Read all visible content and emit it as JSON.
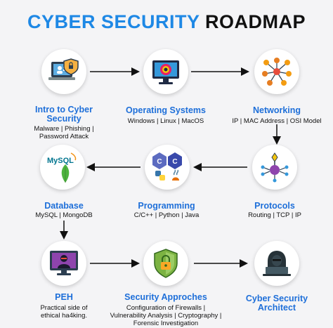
{
  "title": {
    "part1": "CYBER SECURITY",
    "part2": "ROADMAP"
  },
  "nodes": {
    "intro": {
      "label_line1": "Intro to Cyber",
      "label_line2": "Security",
      "desc_line1": "Malware | Phishing |",
      "desc_line2": "Password Attack",
      "icon": "laptop-shield-icon"
    },
    "os": {
      "label": "Operating Systems",
      "desc": "Windows | Linux | MacOS",
      "icon": "monitor-gear-icon"
    },
    "networking": {
      "label": "Networking",
      "desc": "IP | MAC Address | OSI Model",
      "icon": "network-people-icon"
    },
    "protocols": {
      "label": "Protocols",
      "desc": "Routing | TCP | IP",
      "icon": "protocol-hub-icon"
    },
    "programming": {
      "label": "Programming",
      "desc": "C/C++ | Python | Java",
      "icon": "code-languages-icon"
    },
    "database": {
      "label": "Database",
      "desc": "MySQL | MongoDB",
      "icon": "database-logos-icon",
      "mysql_text": "MySQL"
    },
    "peh": {
      "label": "PEH",
      "desc_line1": "Practical side of",
      "desc_line2": "ethical ha4king.",
      "icon": "hacker-monitor-icon"
    },
    "security": {
      "label": "Security Approches",
      "desc_line1": "Configuration of Firewalls |",
      "desc_line2": "Vulnerability Analysis | Cryptography |",
      "desc_line3": "Forensic Investigation",
      "icon": "shield-lock-icon"
    },
    "architect": {
      "label_line1": "Cyber Security",
      "label_line2": "Architect",
      "icon": "hacker-laptop-icon"
    }
  },
  "colors": {
    "accent_blue": "#1e88e5",
    "label_blue": "#1e6fd9",
    "arrow": "#111111",
    "background": "#f4f4f6"
  }
}
